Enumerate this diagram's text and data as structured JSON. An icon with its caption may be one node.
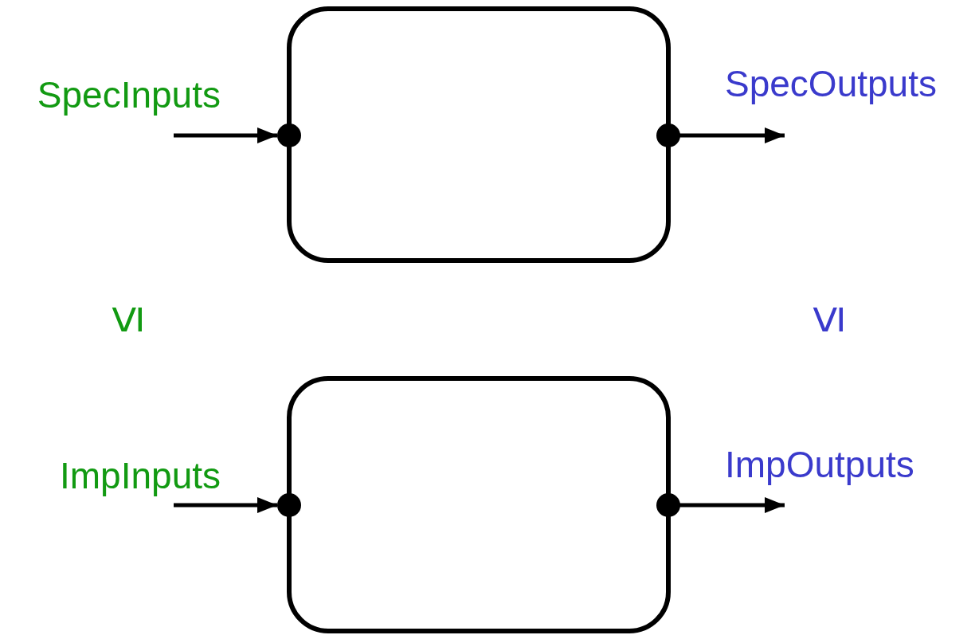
{
  "diagram": {
    "nodes": [
      {
        "text": [],
        "shape": "box"
      },
      {
        "text": [],
        "shape": "box"
      }
    ],
    "edges": [
      {
        "from": null,
        "to": 0,
        "arrow": "to",
        "label": "SpecInputs"
      },
      {
        "from": 0,
        "to": null,
        "arrow": "to",
        "label": "SpecOutputs"
      },
      {
        "from": null,
        "to": 1,
        "arrow": "to",
        "label": "ImpInputs"
      },
      {
        "from": 1,
        "to": null,
        "arrow": "to",
        "label": "ImpOutputs"
      }
    ],
    "labels": [
      "≤",
      "≤"
    ]
  }
}
